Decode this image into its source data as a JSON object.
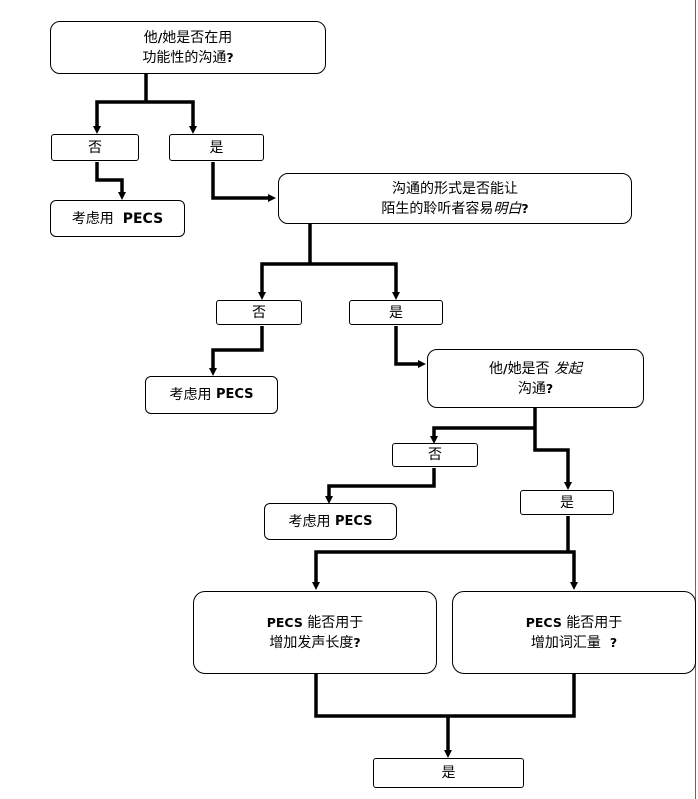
{
  "flowchart": {
    "q1": {
      "line1_a": "他",
      "line1_b": "/",
      "line1_c": "她是否在用",
      "line2_a": "功能性的沟通",
      "line2_b": "?"
    },
    "q1_no": "否",
    "q1_yes": "是",
    "r1": {
      "text": "考虑用",
      "pecs": "PECS"
    },
    "q2": {
      "line1": "沟通的形式是否能让",
      "line2_a": "陌生的聆听者容易",
      "line2_b": "明白",
      "line2_c": "?"
    },
    "q2_no": "否",
    "q2_yes": "是",
    "r2": {
      "text": "考虑用",
      "pecs": "PECS"
    },
    "q3": {
      "line1_a": "他",
      "line1_b": "/",
      "line1_c": "她是否",
      "line1_d": "发起",
      "line2_a": "沟通",
      "line2_b": "?"
    },
    "q3_no": "否",
    "q3_yes": "是",
    "r3": {
      "text": "考虑用",
      "pecs": "PECS"
    },
    "q4": {
      "pecs": "PECS",
      "line1": "能否用于",
      "line2_a": "增加发声长度",
      "line2_b": "?"
    },
    "q5": {
      "pecs": "PECS",
      "line1": "能否用于",
      "line2_a": "增加词汇量",
      "line2_b": "?"
    },
    "final_yes": "是"
  }
}
